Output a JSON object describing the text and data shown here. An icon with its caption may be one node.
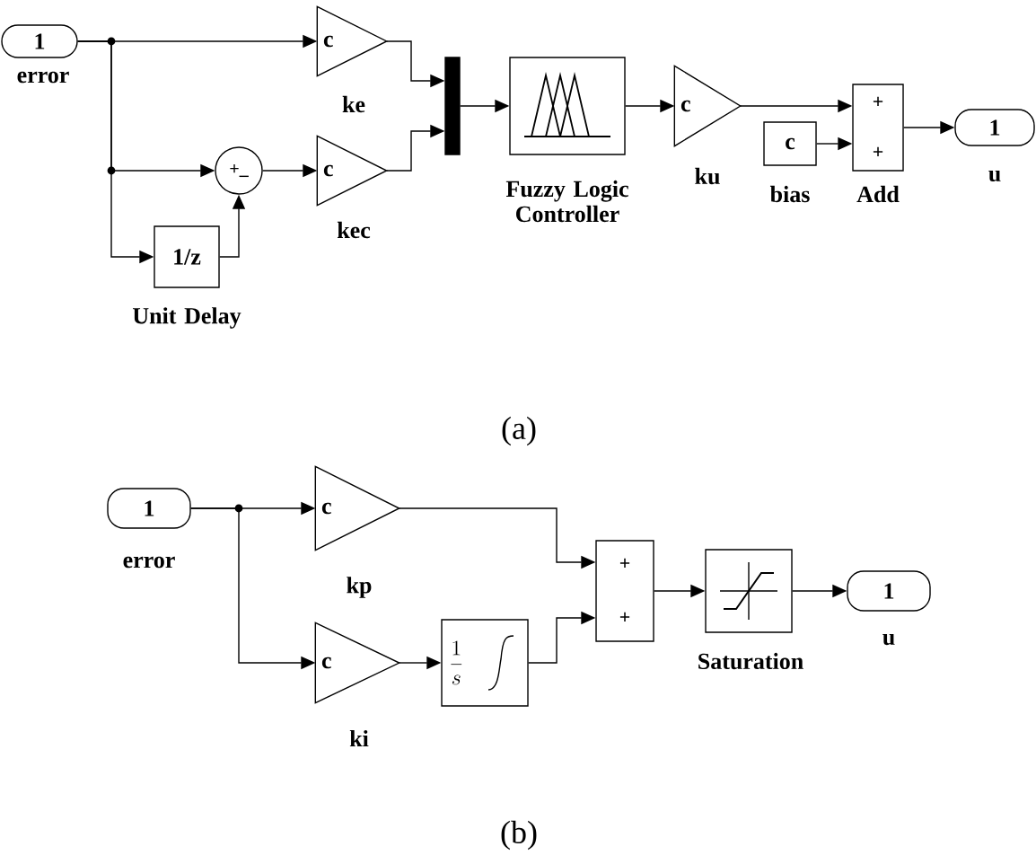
{
  "diagram": {
    "nodes": [
      {
        "text": [
          "1"
        ],
        "beside": [
          "error"
        ]
      },
      {
        "text": [
          "c"
        ],
        "beside": [
          "ke"
        ]
      },
      {
        "text": [
          "+_"
        ]
      },
      {
        "text": [
          "c"
        ],
        "beside": [
          "kec"
        ]
      },
      {
        "text": [
          "1/z"
        ],
        "beside": [
          "Unit Delay"
        ]
      },
      {
        "text": [],
        "shape": "bar"
      },
      {
        "text": [],
        "shape": "box",
        "beside": [
          "Fuzzy Logic Controller"
        ]
      },
      {
        "text": [
          "c"
        ],
        "beside": [
          "ku"
        ]
      },
      {
        "text": [
          "c"
        ],
        "beside": [
          "bias"
        ]
      },
      {
        "text": [
          "+",
          "+"
        ],
        "beside": [
          "Add"
        ]
      },
      {
        "text": [
          "1"
        ],
        "beside": [
          "u"
        ]
      },
      {
        "text": [
          "1"
        ],
        "beside": [
          "error"
        ]
      },
      {
        "text": [
          "c"
        ],
        "beside": [
          "kp"
        ]
      },
      {
        "text": [
          "c"
        ],
        "beside": [
          "ki"
        ]
      },
      {
        "text": [
          "\\frac{1}{s}"
        ]
      },
      {
        "text": [
          "+",
          "+"
        ]
      },
      {
        "text": [],
        "shape": "box",
        "beside": [
          "Saturation"
        ]
      },
      {
        "text": [
          "1"
        ],
        "beside": [
          "u"
        ]
      }
    ],
    "edges": [
      {
        "from": 0,
        "to": 1,
        "arrow": "to"
      },
      {
        "from": 0,
        "to": 2,
        "arrow": "to"
      },
      {
        "from": 0,
        "to": 4,
        "arrow": "to"
      },
      {
        "from": 4,
        "to": 2,
        "arrow": "to"
      },
      {
        "from": 2,
        "to": 3,
        "arrow": "to"
      },
      {
        "from": 1,
        "to": 5,
        "arrow": "to"
      },
      {
        "from": 3,
        "to": 5,
        "arrow": "to"
      },
      {
        "from": 5,
        "to": 6,
        "arrow": "to"
      },
      {
        "from": 6,
        "to": 7,
        "arrow": "to"
      },
      {
        "from": 7,
        "to": 9,
        "arrow": "to"
      },
      {
        "from": 8,
        "to": 9,
        "arrow": "to"
      },
      {
        "from": 9,
        "to": 10,
        "arrow": "to"
      },
      {
        "from": 11,
        "to": 12,
        "arrow": "to"
      },
      {
        "from": 11,
        "to": 13,
        "arrow": "to"
      },
      {
        "from": 12,
        "to": 15,
        "arrow": "to"
      },
      {
        "from": 13,
        "to": 14,
        "arrow": "to"
      },
      {
        "from": 14,
        "to": 15,
        "arrow": "to"
      },
      {
        "from": 15,
        "to": 16,
        "arrow": "to"
      },
      {
        "from": 16,
        "to": 17,
        "arrow": "to"
      }
    ],
    "labels": [
      "(a)",
      "(b)"
    ]
  }
}
